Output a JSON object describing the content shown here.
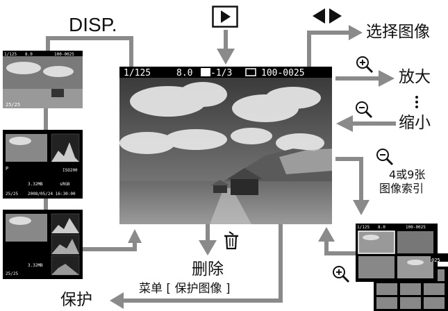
{
  "labels": {
    "disp": "DISP.",
    "select_image": "选择图像",
    "zoom_in": "放大",
    "zoom_out": "缩小",
    "index_line1": "4或9张",
    "index_line2": "图像索引",
    "delete": "删除",
    "menu_protect": "菜单 [ 保护图像 ]",
    "protect": "保护"
  },
  "main_screen": {
    "shutter": "1/125",
    "aperture": "8.0",
    "exposure_comp": "-1/3",
    "folder_file": "100-0025"
  },
  "thumb_screens": {
    "basic": {
      "shutter": "1/125",
      "aperture": "8.0",
      "folder_file": "100-0025",
      "frame": "25/25"
    },
    "detail": {
      "mode": "P",
      "iso": "ISO200",
      "frame": "25/25",
      "datetime": "2008/05/24 16:30:00",
      "size": "3.32MB",
      "color": "sRGB"
    },
    "histogram": {
      "frame": "25/25",
      "size": "3.32MB"
    }
  },
  "index_screen": {
    "shutter": "1/125",
    "aperture": "8.0",
    "folder_file": "100-0025",
    "partial": "025"
  },
  "colors": {
    "arrow": "#8a8a8a",
    "screen_bar": "#000000",
    "text": "#111111"
  },
  "icons": [
    "play-icon",
    "left-right-arrows-icon",
    "zoom-in-icon",
    "zoom-out-icon",
    "trash-icon",
    "more-dots-icon"
  ]
}
